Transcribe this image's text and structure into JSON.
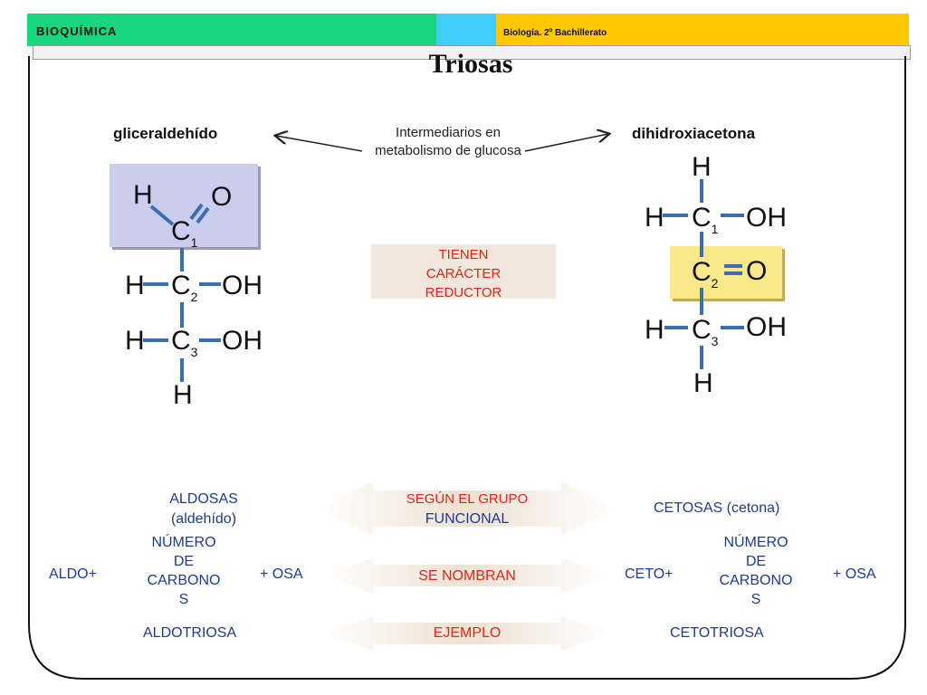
{
  "header": {
    "left_label": "BIOQUÍMICA",
    "right_label": "Biología. 2º Bachillerato",
    "colors": {
      "green": "#17d67d",
      "cyan": "#3fcdfa",
      "yellow": "#ffc800"
    }
  },
  "title": "Triosas",
  "molecules": {
    "left": {
      "name": "gliceraldehído",
      "atoms": {
        "h_top": "H",
        "o_top": "O",
        "c1": "C",
        "c1_sub": "1",
        "h2": "H",
        "c2": "C",
        "c2_sub": "2",
        "oh2": "OH",
        "h3": "H",
        "c3": "C",
        "c3_sub": "3",
        "oh3": "OH",
        "h_bottom": "H"
      }
    },
    "right": {
      "name": "dihidroxiacetona",
      "atoms": {
        "h_top": "H",
        "h1": "H",
        "c1": "C",
        "c1_sub": "1",
        "oh1": "OH",
        "c2": "C",
        "c2_sub": "2",
        "o2": "O",
        "h3": "H",
        "c3": "C",
        "c3_sub": "3",
        "oh3": "OH",
        "h_bottom": "H"
      }
    }
  },
  "middle_note": "Intermediarios en metabolismo de glucosa",
  "tienen": [
    "TIENEN",
    "CARÁCTER",
    "REDUCTOR"
  ],
  "rows": {
    "grupo": {
      "left": [
        "ALDOSAS",
        "(aldehído)"
      ],
      "center": [
        "SEGÚN EL GRUPO",
        "FUNCIONAL"
      ],
      "right": "CETOSAS (cetona)"
    },
    "nombre": {
      "aldo": "ALDO+",
      "numero_left": [
        "NÚMERO",
        "DE",
        "CARBONO",
        "S"
      ],
      "osa_left": "+ OSA",
      "center": "SE NOMBRAN",
      "ceto": "CETO+",
      "numero_right": [
        "NÚMERO",
        "DE",
        "CARBONO",
        "S"
      ],
      "osa_right": "+ OSA"
    },
    "ejemplo": {
      "left": "ALDOTRIOSA",
      "center": "EJEMPLO",
      "right": "CETOTRIOSA"
    }
  }
}
